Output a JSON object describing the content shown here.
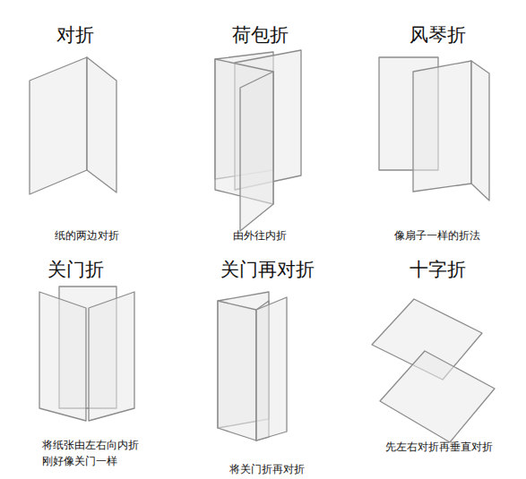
{
  "diagram": {
    "labels": [
      "对折",
      "荷包折",
      "风琴折",
      "纸的两边对折",
      "由外往内折",
      "像扇子一样的折法",
      "关门折",
      "关门再对折",
      "十字折",
      "将纸张由左右向内折 刚好像关门一样",
      "将关门折再对折",
      "先左右对折再垂直对折"
    ]
  }
}
